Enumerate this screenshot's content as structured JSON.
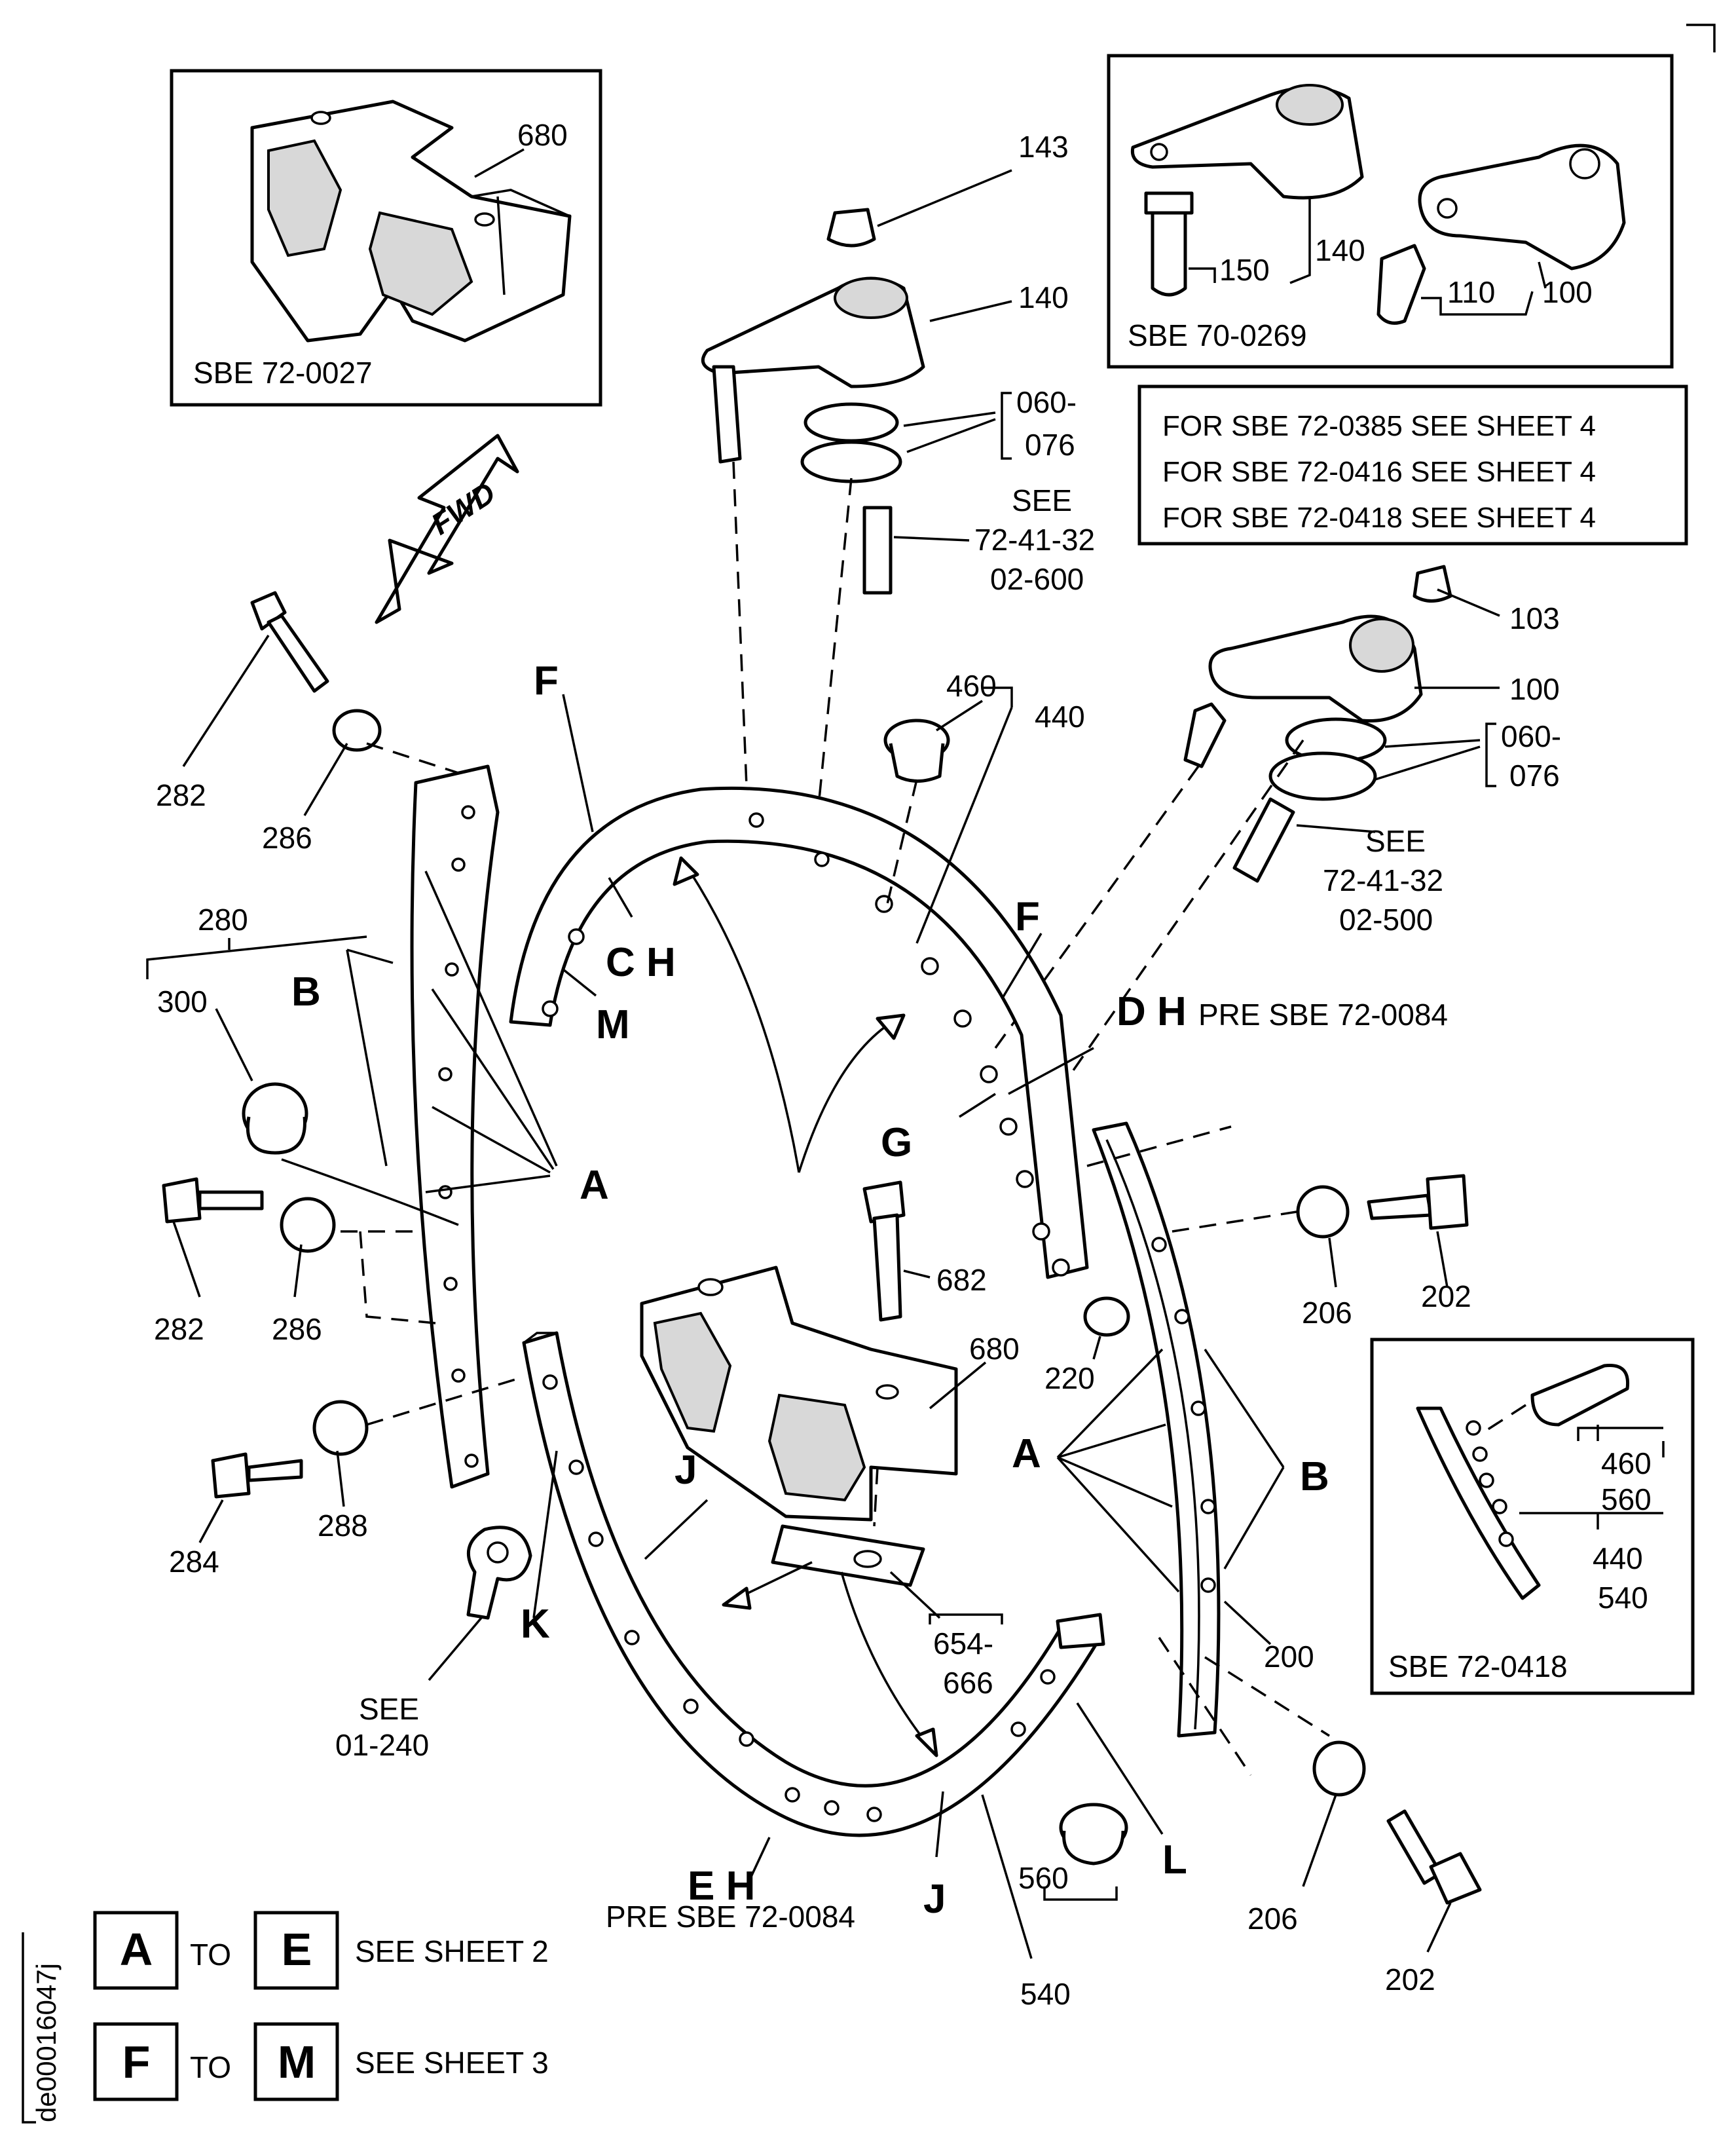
{
  "insets": {
    "sbe_72_0027": {
      "title": "SBE 72-0027",
      "part": "680"
    },
    "sbe_70_0269": {
      "title": "SBE 70-0269",
      "parts": [
        "150",
        "140",
        "110",
        "100"
      ]
    },
    "sbe_72_0418": {
      "title": "SBE 72-0418",
      "parts": [
        "460",
        "560",
        "440",
        "540"
      ]
    }
  },
  "notes": [
    "FOR SBE 72-0385 SEE SHEET 4",
    "FOR SBE 72-0416 SEE SHEET 4",
    "FOR SBE 72-0418 SEE SHEET 4"
  ],
  "fwd_label": "FWD",
  "doc_id": "de00016047j",
  "part_labels": {
    "p143": "143",
    "p140": "140",
    "p060a": "060-",
    "p076a": "076",
    "see1a": "SEE",
    "see1b": "72-41-32",
    "see1c": "02-600",
    "p103": "103",
    "p100": "100",
    "p060b": "060-",
    "p076b": "076",
    "see2a": "SEE",
    "see2b": "72-41-32",
    "see2c": "02-500",
    "p460": "460",
    "p440": "440",
    "p282a": "282",
    "p286a": "286",
    "p280": "280",
    "p300": "300",
    "p282b": "282",
    "p286b": "286",
    "p284": "284",
    "p288": "288",
    "see3a": "SEE",
    "see3b": "01-240",
    "p682": "682",
    "p680": "680",
    "p220": "220",
    "p654": "654-",
    "p666": "666",
    "p206a": "206",
    "p202a": "202",
    "p200": "200",
    "p206b": "206",
    "p202b": "202",
    "p560": "560",
    "p540": "540",
    "pre1": "PRE SBE 72-0084",
    "pre2": "PRE SBE 72-0084"
  },
  "view_letters": {
    "F1": "F",
    "CH": "C H",
    "M": "M",
    "B1": "B",
    "A1": "A",
    "F2": "F",
    "DH": "D H",
    "G": "G",
    "J1": "J",
    "K": "K",
    "A2": "A",
    "B2": "B",
    "EH": "E H",
    "J2": "J",
    "L": "L"
  },
  "legend": [
    {
      "from": "A",
      "to_word": "TO",
      "to": "E",
      "text": "SEE SHEET 2"
    },
    {
      "from": "F",
      "to_word": "TO",
      "to": "M",
      "text": "SEE SHEET 3"
    }
  ]
}
